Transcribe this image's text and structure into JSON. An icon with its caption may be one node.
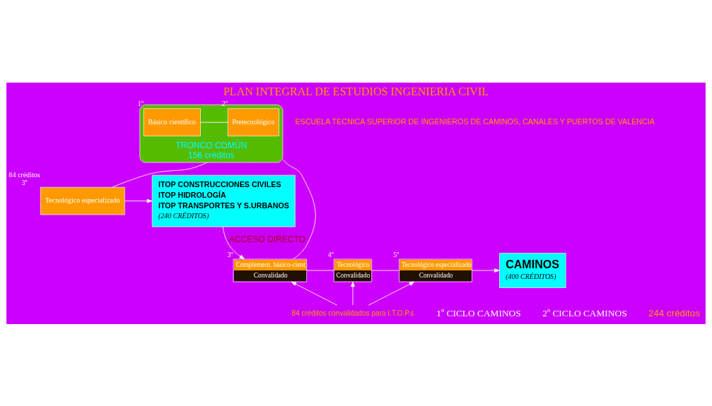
{
  "diagram": {
    "title": "PLAN INTEGRAL DE ESTUDIOS INGENIERIA CIVIL",
    "nodes": [
      {
        "text": [
          "TRONCO COMÚN"
        ],
        "beside": [
          "156 créditos"
        ]
      },
      {
        "text": [
          "Básico científico"
        ],
        "in": 0,
        "beside": [
          "1º"
        ]
      },
      {
        "text": [
          "Pretecnológico"
        ],
        "in": 0,
        "beside": [
          "2º"
        ]
      },
      {
        "text": [
          "Tecnológico especializado"
        ],
        "beside": [
          "84 créditos",
          "3º"
        ]
      },
      {
        "text": [
          "ITOP CONSTRUCCIONES CIVILES",
          "ITOP HIDROLOGÍA",
          "ITOP TRANSPORTES Y S.URBANOS",
          "(240 CRÉDITOS)"
        ]
      },
      {
        "text": [
          "Complement. básico-cient",
          "Convalidado"
        ],
        "beside": [
          "3º"
        ]
      },
      {
        "text": [
          "Tecnológico",
          "Convalidado"
        ],
        "beside": [
          "4º"
        ]
      },
      {
        "text": [
          "Tecnológico especializado",
          "Convalidado"
        ],
        "beside": [
          "5º"
        ]
      },
      {
        "text": [
          "CAMINOS",
          "(400 CRÉDITOS)"
        ]
      },
      {
        "text": [
          "84 créditos convalidados para I.T.O.P.s"
        ]
      }
    ],
    "edges": [
      {
        "from": 1,
        "to": 2,
        "arrow": "none"
      },
      {
        "from": 0,
        "to": 3,
        "arrow": "none"
      },
      {
        "from": 0,
        "to": 5,
        "arrow": "none"
      },
      {
        "from": 3,
        "to": 4,
        "arrow": "to"
      },
      {
        "from": 4,
        "to": 5,
        "arrow": "to",
        "label": "ACCESO DIRECTO"
      },
      {
        "from": 5,
        "to": 6,
        "arrow": "none"
      },
      {
        "from": 6,
        "to": 7,
        "arrow": "none"
      },
      {
        "from": 7,
        "to": 8,
        "arrow": "to"
      },
      {
        "from": 9,
        "to": 5,
        "arrow": "to"
      },
      {
        "from": 9,
        "to": 6,
        "arrow": "to"
      },
      {
        "from": 9,
        "to": 7,
        "arrow": "to"
      }
    ],
    "labels": [
      "ESCUELA TECNICA SUPERIOR DE INGENIEROS DE CAMINOS, CANALES Y PUERTOS DE VALENCIA",
      "1º CICLO CAMINOS",
      "2º CICLO CAMINOS",
      "244 créditos"
    ]
  }
}
